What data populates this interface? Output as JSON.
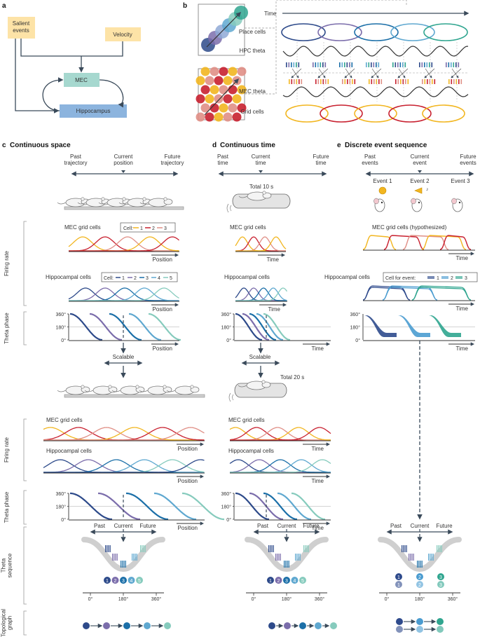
{
  "colors": {
    "grid": [
      "#f2b620",
      "#c8202f",
      "#e08f86"
    ],
    "hpc": [
      "#2d4a8a",
      "#7b6dab",
      "#1b6fa8",
      "#5fa8d0",
      "#86cbbd"
    ],
    "evt": [
      "#2e4a8c",
      "#4a9cd0",
      "#2fa58f"
    ],
    "salient_box": "#fde3a7",
    "mec_box": "#a6d8cf",
    "hpc_box": "#8cb4de",
    "axis": "#333333"
  },
  "panel_a": {
    "label": "a",
    "salient": "Salient events",
    "velocity": "Velocity",
    "mec": "MEC",
    "hippocampus": "Hippocampus"
  },
  "panel_b": {
    "label": "b",
    "time": "Time",
    "place_cells": "Place cells",
    "hpc_theta": "HPC theta",
    "mec_theta": "MEC theta",
    "grid_cells": "Grid cells"
  },
  "panel_c": {
    "label": "c",
    "title": "Continuous space",
    "past": "Past\ntrajectory",
    "current": "Current\nposition",
    "future": "Future\ntrajectory",
    "mec_grid": "MEC grid cells",
    "legend_grid": "Cell:",
    "grid_nums": [
      "1",
      "2",
      "3"
    ],
    "hpc_cells": "Hippocampal cells",
    "legend_hpc": "Cell:",
    "hpc_nums": [
      "1",
      "2",
      "3",
      "4",
      "5"
    ],
    "xaxis": "Position",
    "scalable": "Scalable"
  },
  "panel_d": {
    "label": "d",
    "title": "Continuous time",
    "past": "Past\ntime",
    "current": "Current\ntime",
    "future": "Future\ntime",
    "total1": "Total 10 s",
    "mec_grid": "MEC grid cells",
    "hpc_cells": "Hippocampal cells",
    "xaxis": "Time",
    "scalable": "Scalable",
    "total2": "Total 20 s"
  },
  "panel_e": {
    "label": "e",
    "title": "Discrete event sequence",
    "past": "Past\nevents",
    "current": "Current\nevent",
    "future": "Future\nevents",
    "events": [
      "Event 1",
      "Event 2",
      "Event 3"
    ],
    "mec_grid": "MEC grid cells (hypothesized)",
    "hpc_cells": "Hippocampal cells",
    "legend": "Cell for event:",
    "nums": [
      "1",
      "2",
      "3"
    ],
    "xaxis": "Time"
  },
  "row_labels": {
    "firing_rate": "Firing rate",
    "theta_phase": "Theta phase",
    "theta_sequence": "Theta sequence",
    "topological_graph": "Topological graph"
  },
  "phase_ticks": [
    "360°",
    "180°",
    "0°"
  ],
  "seq": {
    "past": "Past",
    "current": "Current",
    "future": "Future",
    "ticks": [
      "0°",
      "180°",
      "360°"
    ],
    "nums": [
      "1",
      "2",
      "3",
      "4",
      "5"
    ],
    "e_nums": [
      "1",
      "2",
      "3"
    ]
  }
}
